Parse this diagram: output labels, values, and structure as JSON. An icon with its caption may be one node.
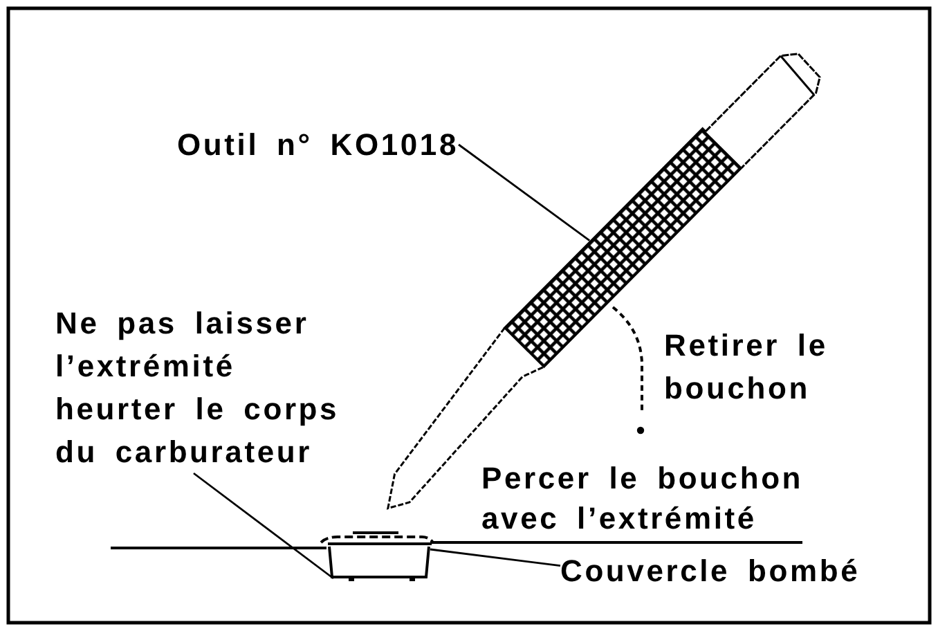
{
  "diagram": {
    "nodes": [
      {
        "text": [
          "Outil n° KO1018"
        ]
      },
      {
        "text": [],
        "shape": "picture"
      },
      {
        "text": [
          "Ne pas laisser l’extrémité heurter le corps du carburateur"
        ]
      },
      {
        "text": [],
        "shape": "picture"
      },
      {
        "text": [
          "Couvercle bombé"
        ]
      }
    ],
    "edges": [
      {
        "from": 0,
        "to": 1,
        "arrow": "none"
      },
      {
        "from": 2,
        "to": 3,
        "arrow": "none"
      },
      {
        "from": 4,
        "to": 3,
        "arrow": "none"
      }
    ],
    "labels": [
      "Retirer le bouchon",
      "Percer le bouchon avec l’extrémité"
    ]
  }
}
